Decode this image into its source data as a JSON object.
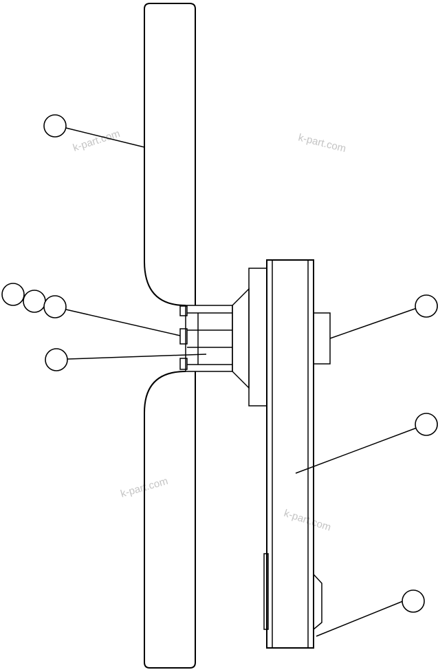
{
  "watermarks": [
    {
      "text": "k-part.com"
    },
    {
      "text": "k-part.com"
    },
    {
      "text": "k-part.com"
    },
    {
      "text": "k-part.com"
    }
  ],
  "callouts": [
    {
      "label": ""
    },
    {
      "label": ""
    },
    {
      "label": ""
    },
    {
      "label": ""
    },
    {
      "label": ""
    },
    {
      "label": ""
    },
    {
      "label": ""
    },
    {
      "label": ""
    }
  ],
  "colors": {
    "line": "#000000",
    "watermark": "#c4c4c4",
    "background": "#ffffff"
  }
}
